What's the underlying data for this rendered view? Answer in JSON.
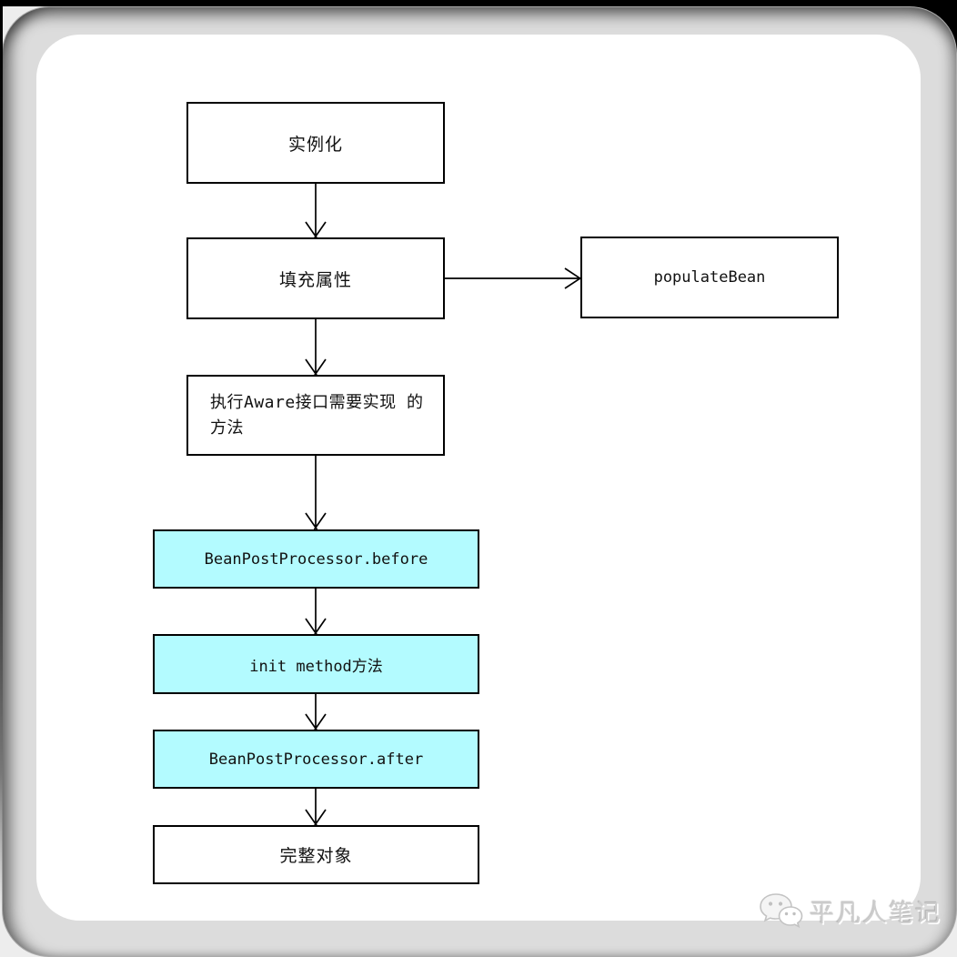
{
  "diagram": {
    "title_hint": "Spring Bean 初始化流程图",
    "nodes": {
      "instantiate": {
        "label": "实例化",
        "fill": "#ffffff"
      },
      "fill_properties": {
        "label": "填充属性",
        "fill": "#ffffff"
      },
      "populate_bean": {
        "label": "populateBean",
        "fill": "#ffffff"
      },
      "aware_methods": {
        "label": "执行Aware接口需要实现 的方法",
        "fill": "#ffffff"
      },
      "bean_post_processor_before": {
        "label": "BeanPostProcessor.before",
        "fill": "#b3fbff"
      },
      "init_method": {
        "label": "init method方法",
        "fill": "#b3fbff"
      },
      "bean_post_processor_after": {
        "label": "BeanPostProcessor.after",
        "fill": "#b3fbff"
      },
      "complete_object": {
        "label": "完整对象",
        "fill": "#ffffff"
      }
    },
    "edges": [
      {
        "from": "instantiate",
        "to": "fill_properties"
      },
      {
        "from": "fill_properties",
        "to": "populate_bean"
      },
      {
        "from": "fill_properties",
        "to": "aware_methods"
      },
      {
        "from": "aware_methods",
        "to": "bean_post_processor_before"
      },
      {
        "from": "bean_post_processor_before",
        "to": "init_method"
      },
      {
        "from": "init_method",
        "to": "bean_post_processor_after"
      },
      {
        "from": "bean_post_processor_after",
        "to": "complete_object"
      }
    ],
    "colors": {
      "node_highlight": "#b3fbff",
      "node_border": "#000000",
      "canvas_background": "#ffffff"
    }
  },
  "watermark": {
    "icon": "wechat-logo",
    "text": "平凡人笔记"
  }
}
